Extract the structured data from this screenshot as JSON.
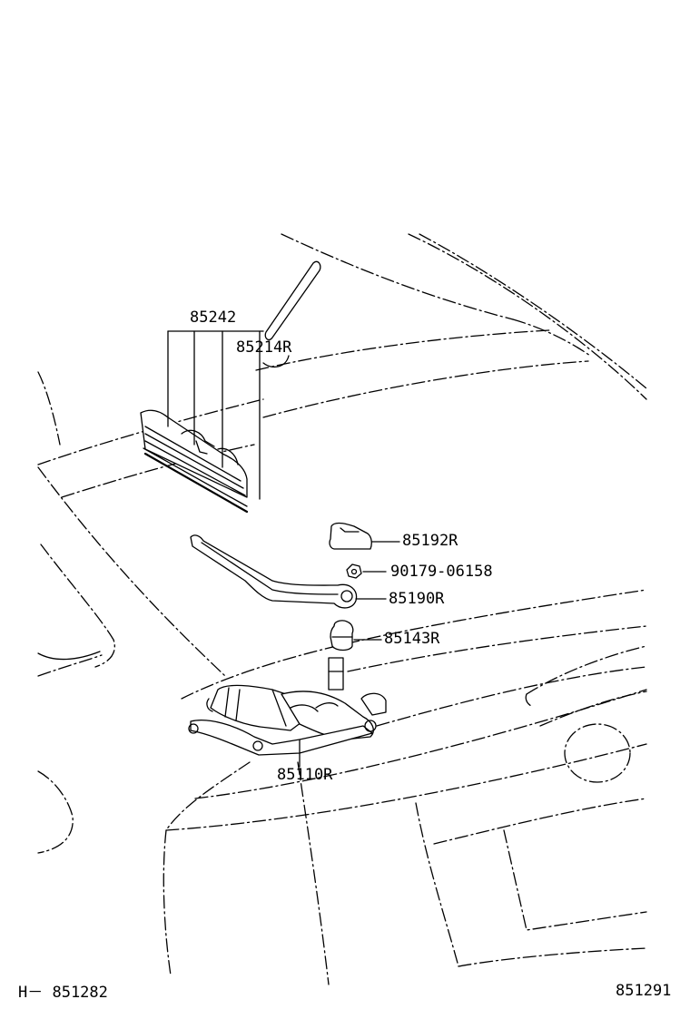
{
  "parts": {
    "blade": "85242",
    "blade_rubber": "85214R",
    "arm_cap": "85192R",
    "nut": "90179-06158",
    "arm": "85190R",
    "pivot": "85143R",
    "motor": "85110R"
  },
  "footer": {
    "left_code": "H－ 851282",
    "right_code": "851291"
  },
  "colors": {
    "line": "#000000",
    "part_fill": "#ffffff",
    "background": "#ffffff"
  }
}
